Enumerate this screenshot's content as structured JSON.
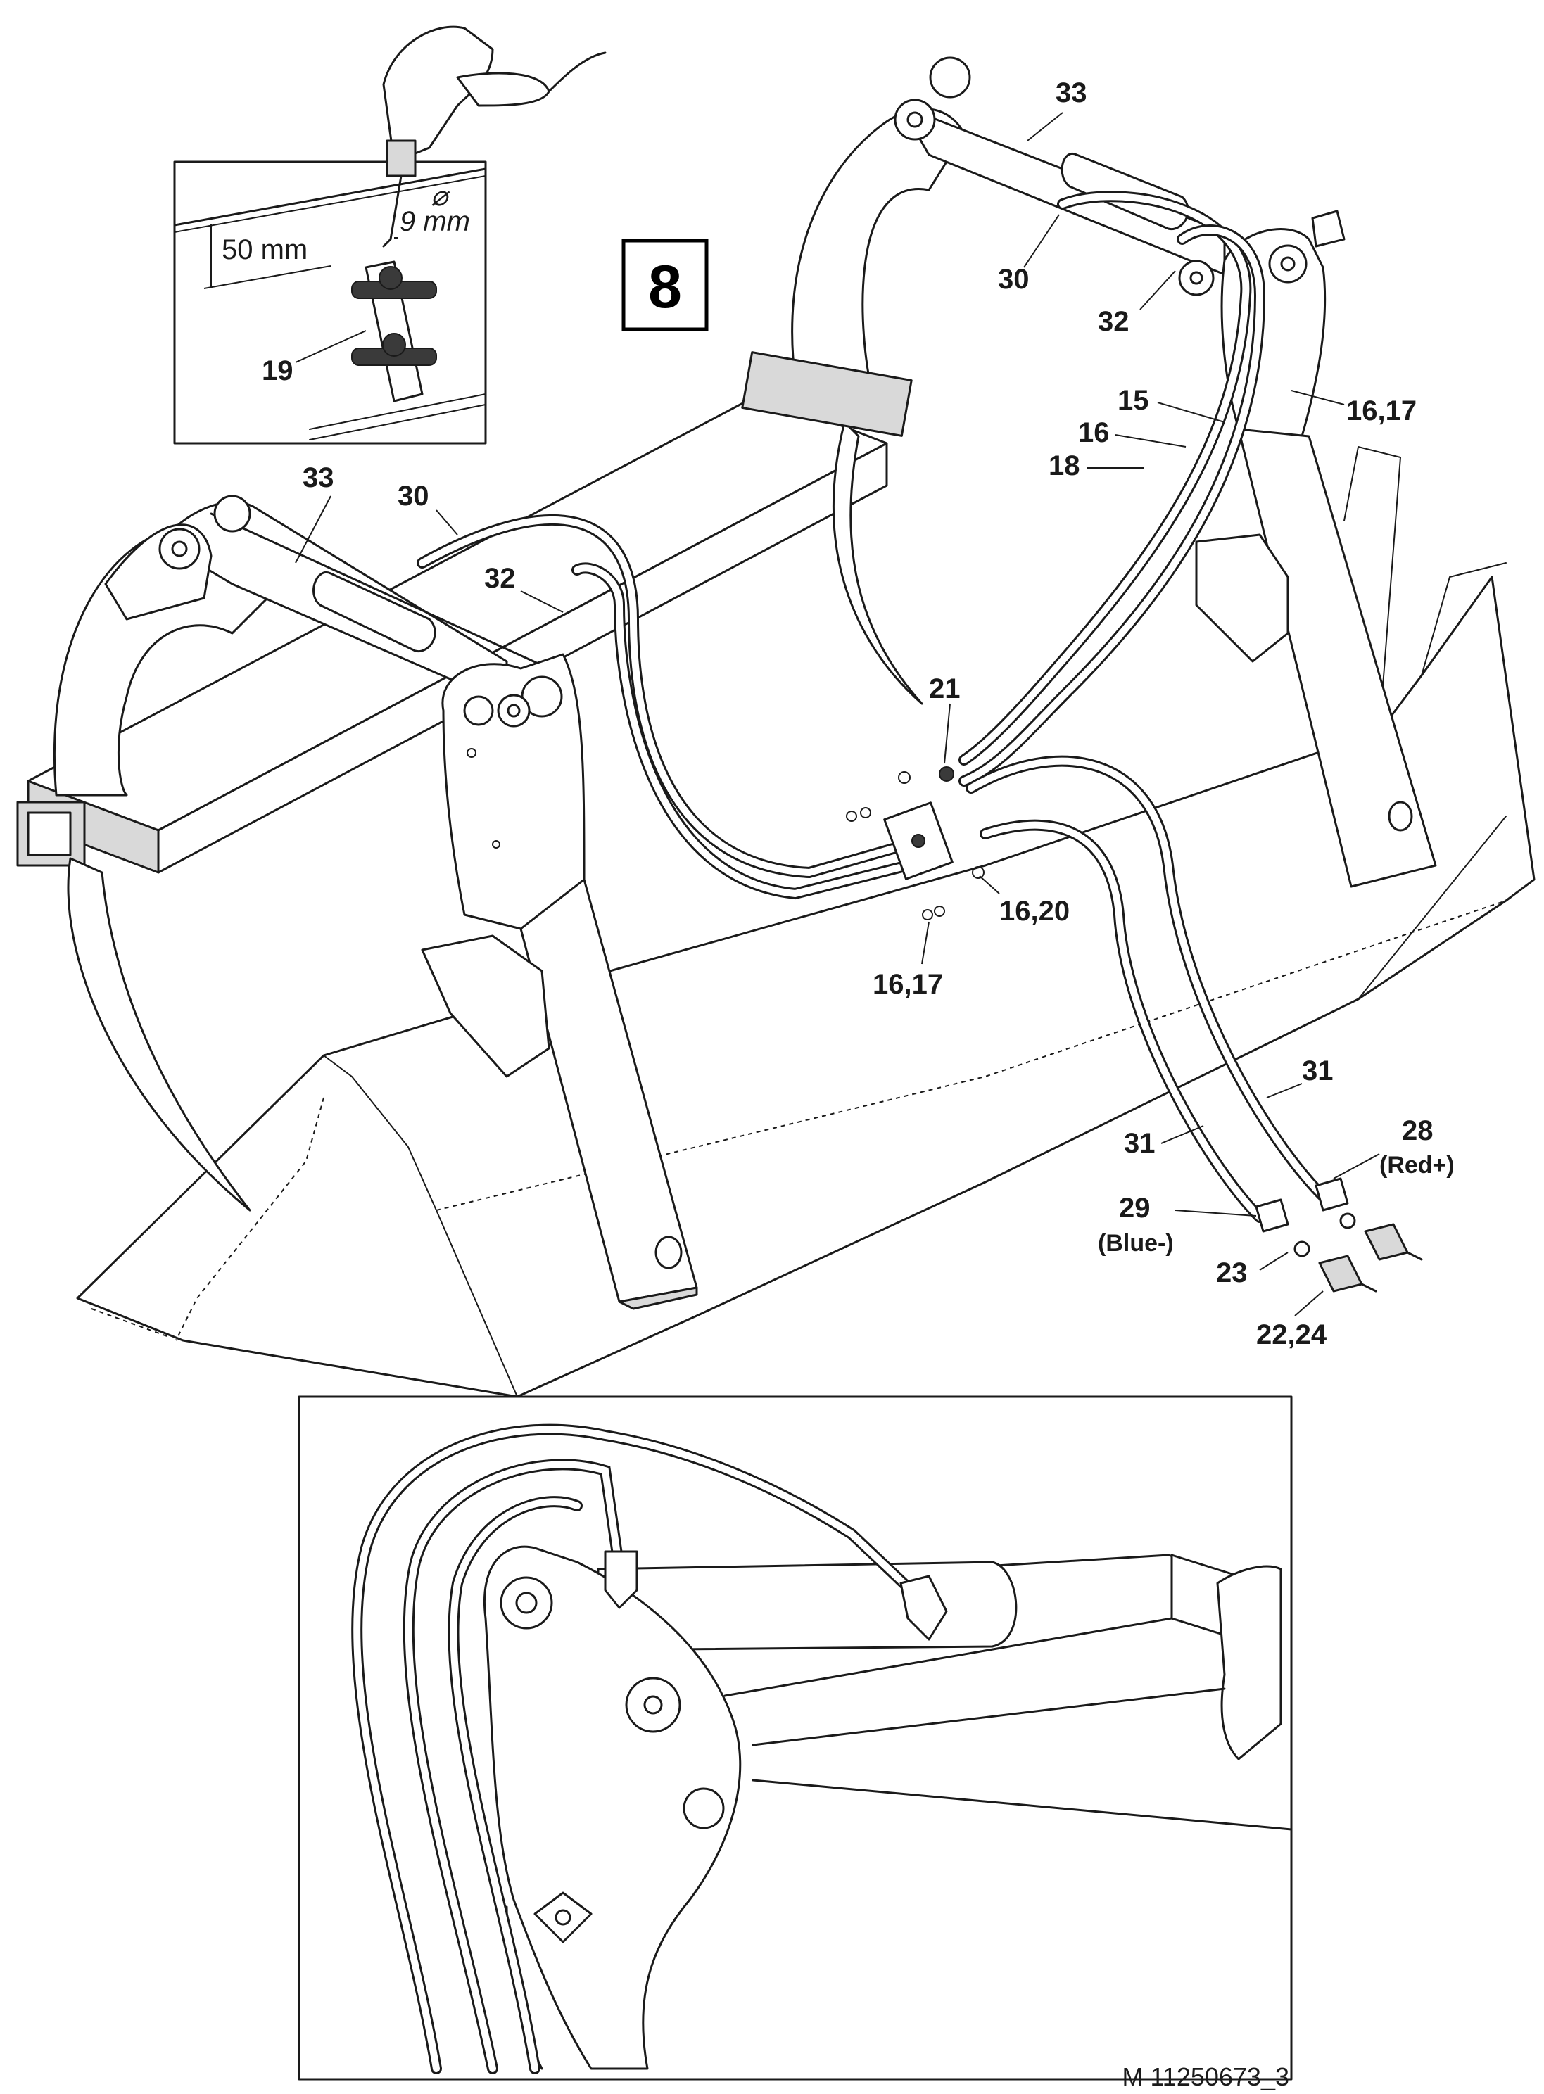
{
  "step": "8",
  "drill_inset": {
    "depth_label": "50 mm",
    "diameter_symbol": "⌀",
    "diameter_label": "9 mm",
    "part": "19"
  },
  "callouts": {
    "c33_left": "33",
    "c30_left": "30",
    "c32_left": "32",
    "c33_right": "33",
    "c30_right": "30",
    "c32_right": "32",
    "c15": "15",
    "c16": "16",
    "c18": "18",
    "c16_17_top": "16,17",
    "c21": "21",
    "c16_20": "16,20",
    "c16_17_mid": "16,17",
    "c31_upper": "31",
    "c31_lower": "31",
    "c28": "28",
    "c28_sub": "(Red+)",
    "c29": "29",
    "c29_sub": "(Blue-)",
    "c23": "23",
    "c22_24": "22,24"
  },
  "document_id": "M 11250673_3"
}
